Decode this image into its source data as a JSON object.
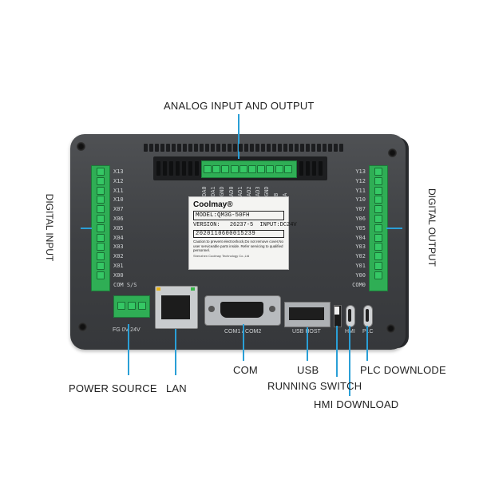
{
  "callouts": {
    "analog": "ANALOG INPUT AND OUTPUT",
    "digital_input": "DIGITAL INPUT",
    "digital_output": "DIGITAL OUTPUT",
    "power_source": "POWER SOURCE",
    "lan": "LAN",
    "com": "COM",
    "usb": "USB",
    "running_switch": "RUNNING SWITCH",
    "plc_download": "PLC DOWNLODE",
    "hmi_download": "HMI DOWNLOAD"
  },
  "input_pins": [
    "X13",
    "X12",
    "X11",
    "X10",
    "X07",
    "X06",
    "X05",
    "X04",
    "X03",
    "X02",
    "X01",
    "X00",
    "COM S/S"
  ],
  "output_pins": [
    "Y13",
    "Y12",
    "Y11",
    "Y10",
    "Y07",
    "Y06",
    "Y05",
    "Y04",
    "Y03",
    "Y02",
    "Y01",
    "Y00",
    "COM0"
  ],
  "analog_pins": [
    "DA0",
    "DA1",
    "GND",
    "AD0",
    "AD1",
    "AD2",
    "AD3",
    "GND",
    "B",
    "A"
  ],
  "port_labels": {
    "power": "FG  0V  24V",
    "com": "COM1 / COM2",
    "usb": "USB HOST",
    "hmi": "HMI",
    "plc": "PLC"
  },
  "sticker": {
    "brand": "Coolmay®",
    "model": "MODEL:QM3G-50FH",
    "version_label": "VERSION:",
    "version": "26237-5",
    "input": "INPUT:DC24V",
    "serial": "2020110600015239",
    "caution": "Caution:to prevent electroshock,Do not remove cover,No user serviceable parts inside. Refer servicing to qualified personnel.",
    "maker": "Shenzhen Coolmay Technology Co.,Ltd"
  },
  "colors": {
    "accent_line": "#2a9fd6",
    "terminal_green": "#2fae55",
    "device_body": "#3e4043"
  }
}
